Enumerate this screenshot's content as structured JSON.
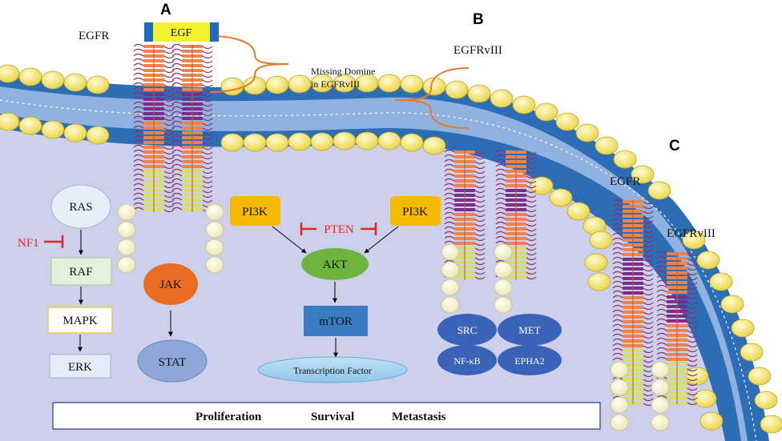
{
  "panels": {
    "a": "A",
    "b": "B",
    "c": "C"
  },
  "receptors": {
    "egfr_a": "EGFR",
    "egf": "EGF",
    "egfrviii_b": "EGFRvIII",
    "egfr_c": "EGFR",
    "egfrviii_c": "EGFRvIII"
  },
  "annotation": {
    "line1": "Missing Domine",
    "line2": "in EGFRvIII"
  },
  "pathway": {
    "ras": "RAS",
    "nf1": "NF1",
    "raf": "RAF",
    "mapk": "MAPK",
    "erk": "ERK",
    "jak": "JAK",
    "stat": "STAT",
    "pi3k_left": "PI3K",
    "pi3k_right": "PI3K",
    "pten": "PTEN",
    "akt": "AKT",
    "mtor": "mTOR",
    "transcription": "Transcription Factor",
    "src": "SRC",
    "met": "MET",
    "nfkb": "NF-κB",
    "epha2": "EPHA2"
  },
  "outcomes": {
    "proliferation": "Proliferation",
    "survival": "Survival",
    "metastasis": "Metastasis"
  },
  "colors": {
    "membrane_blue": "#2d6db5",
    "lipid_head": "#f4e46a",
    "cytoplasm": "#cdd0ea",
    "inhibitor_red": "#e8231f",
    "pi3k_orange": "#f7b800",
    "akt_green": "#6fb43f",
    "jak_orange": "#e96d22",
    "effector_blue": "#3a63b8",
    "bracket_orange": "#e97a2b"
  }
}
